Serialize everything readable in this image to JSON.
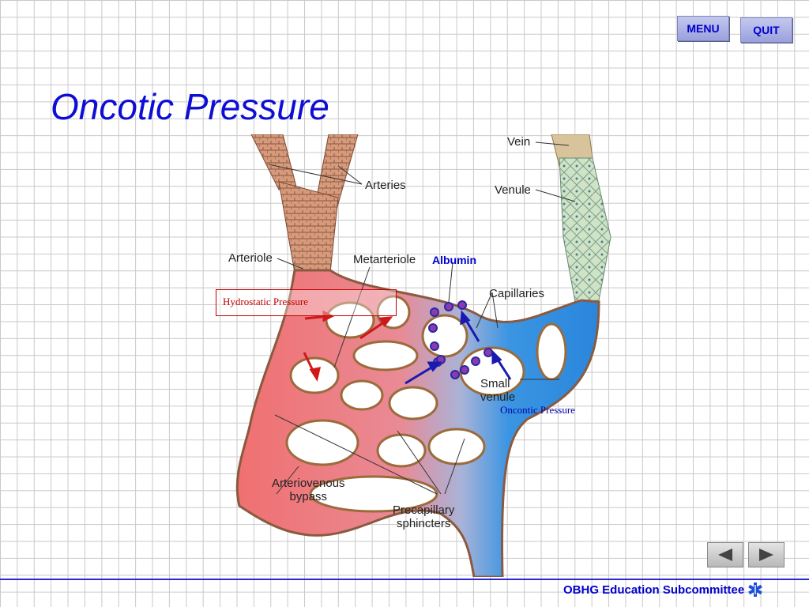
{
  "nav": {
    "menu_label": "MENU",
    "quit_label": "QUIT"
  },
  "title": "Oncotic Pressure",
  "labels": {
    "vein": "Vein",
    "arteries": "Arteries",
    "venule": "Venule",
    "arteriole": "Arteriole",
    "metarteriole": "Metarteriole",
    "albumin": "Albumin",
    "capillaries": "Capillaries",
    "hydrostatic": "Hydrostatic Pressure",
    "small_venule": "Small\nvenule",
    "oncotic": "Oncontic Pressure",
    "av_bypass": "Arteriovenous\nbypass",
    "precap": "Precapillary\nsphincters"
  },
  "footer": {
    "text": "OBHG Education Subcommittee"
  },
  "icons": {
    "prev": "left-arrow-icon",
    "next": "right-arrow-icon",
    "logo": "star-of-life-icon"
  },
  "colors": {
    "title": "#0d0dd6",
    "hydrostatic": "#c00000",
    "albumin": "#0000cc",
    "arterial": "#f06a6a",
    "venous": "#2f8fe0"
  }
}
